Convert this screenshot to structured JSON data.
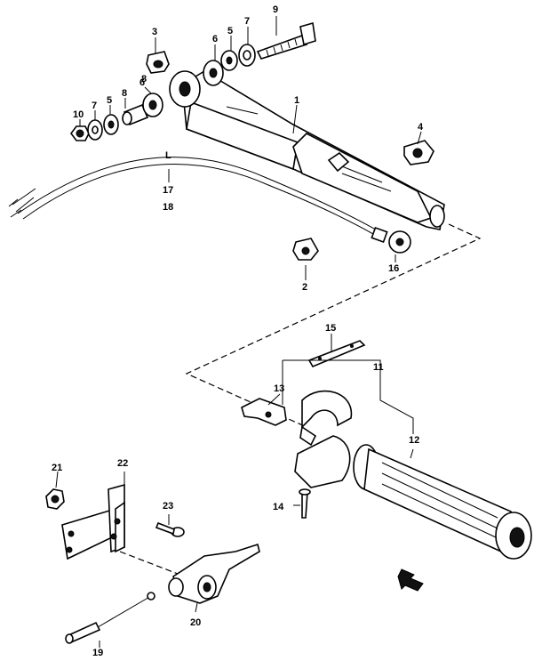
{
  "callouts": {
    "c1": "1",
    "c2": "2",
    "c3": "3",
    "c4": "4",
    "c5a": "5",
    "c5b": "5",
    "c6a": "6",
    "c6b": "6",
    "c7a": "7",
    "c7b": "7",
    "c8a": "8",
    "c8b": "8",
    "c9": "9",
    "c10": "10",
    "c11": "11",
    "c12": "12",
    "c13": "13",
    "c14": "14",
    "c15": "15",
    "c16": "16",
    "c17": "17",
    "c18": "18",
    "c19": "19",
    "c20": "20",
    "c21": "21",
    "c22": "22",
    "c23": "23",
    "cable_mark": "L"
  },
  "icons": {
    "front_arrow": "front-direction-arrow-icon"
  }
}
